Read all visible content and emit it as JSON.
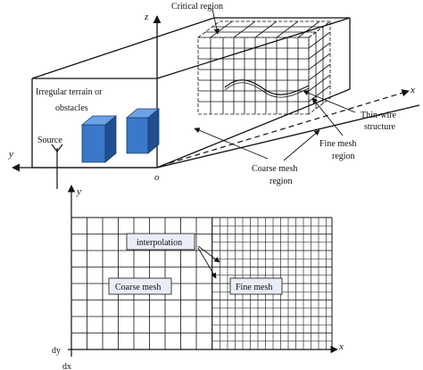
{
  "top_view": {
    "critical_region": "Critical region",
    "terrain": [
      "Irregular terrain or",
      "obstacles"
    ],
    "source": "Source",
    "thin_wire": [
      "Thin-wire",
      "structure"
    ],
    "fine_mesh_region": [
      "Fine mesh",
      "region"
    ],
    "coarse_mesh_region": [
      "Coarse mesh",
      "region"
    ],
    "axis_z": "z",
    "axis_y": "y",
    "axis_x": "x",
    "axis_o": "o"
  },
  "bottom_view": {
    "axis_y": "y",
    "axis_x": "x",
    "dy": "dy",
    "dx": "dx",
    "interpolation": "interpolation",
    "coarse_mesh": "Coarse mesh",
    "fine_mesh": "Fine mesh"
  },
  "colors": {
    "obstacle_front": "#3a78c9",
    "obstacle_side": "#1f4f91",
    "obstacle_top": "#6aa3e6",
    "line": "#111111",
    "label_box_fill": "#e8edf7"
  }
}
